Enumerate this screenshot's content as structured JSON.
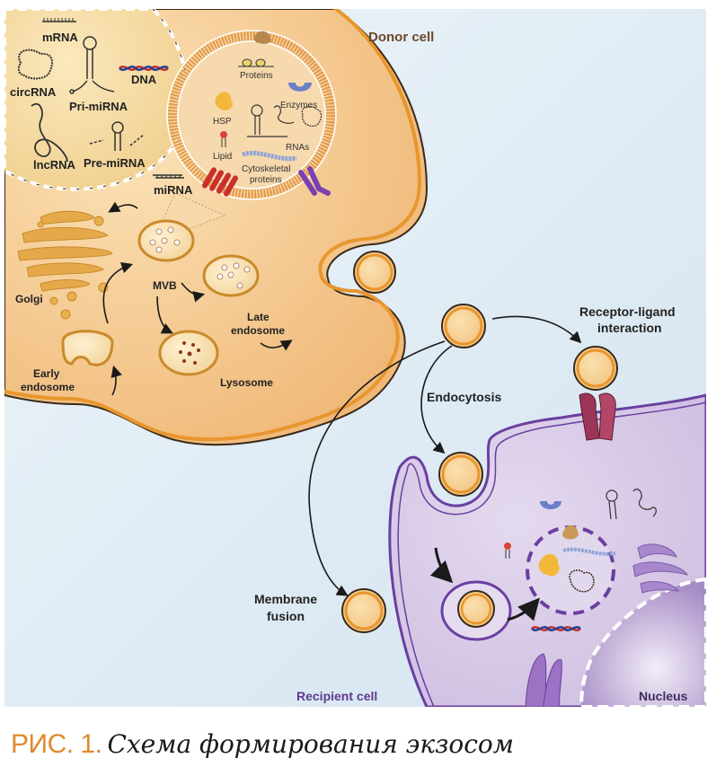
{
  "figure": {
    "cells": {
      "donor": "Donor cell",
      "recipient": "Recipient cell",
      "nucleus": "Nucleus"
    },
    "nucleus_contents": {
      "mrna": "mRNA",
      "circrna": "circRNA",
      "pri_mirna": "Pri-miRNA",
      "dna": "DNA",
      "lncrna": "lncRNA",
      "pre_mirna": "Pre-miRNA"
    },
    "exosome_cargo": {
      "proteins": "Proteins",
      "enzymes": "Enzymes",
      "hsp": "HSP",
      "lipid": "Lipid",
      "rnas": "RNAs",
      "cytoskeletal_1": "Cytoskeletal",
      "cytoskeletal_2": "proteins"
    },
    "organelles": {
      "mirna": "miRNA",
      "golgi": "Golgi",
      "mvb": "MVB",
      "late_endosome_1": "Late",
      "late_endosome_2": "endosome",
      "early_endosome_1": "Early",
      "early_endosome_2": "endosome",
      "lysosome": "Lysosome"
    },
    "uptake": {
      "receptor_ligand_1": "Receptor-ligand",
      "receptor_ligand_2": "interaction",
      "endocytosis": "Endocytosis",
      "membrane_fusion_1": "Membrane",
      "membrane_fusion_2": "fusion"
    },
    "colors": {
      "background": "#d6e6f2",
      "donor_cytoplasm": "#f5c98f",
      "donor_membrane": "#e8962e",
      "recipient_cytoplasm": "#d9cde6",
      "recipient_membrane": "#6a3fa0",
      "recipient_label": "#5b3a8c",
      "donor_label": "#6b4a2a",
      "caption_prefix": "#e08a2a"
    }
  },
  "caption": {
    "prefix": "РИС. 1.",
    "text": "Схема формирования экзосом"
  }
}
